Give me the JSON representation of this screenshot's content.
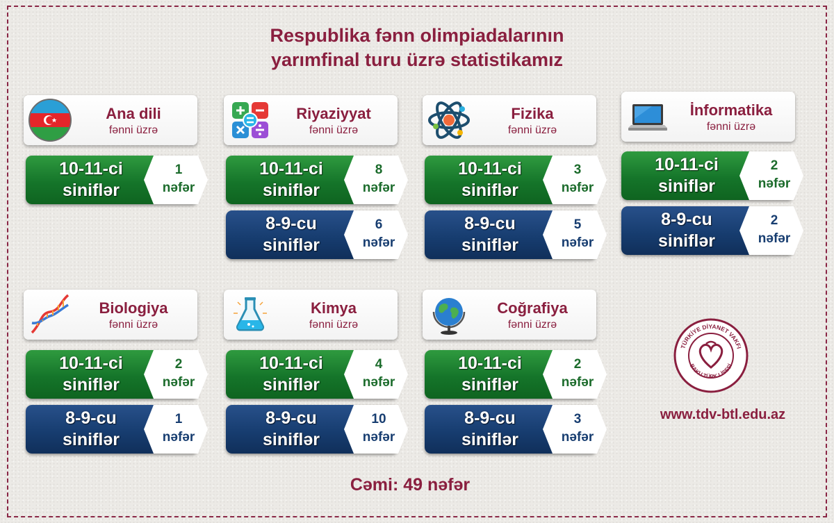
{
  "title_line1": "Respublika fənn olimpiadalarının",
  "title_line2": "yarımfinal turu üzrə statistikamız",
  "subject_suffix": "fənni üzrə",
  "grade_labels": {
    "g1011_line1": "10-11-ci",
    "g89_line1": "8-9-cu",
    "line2": "siniflər"
  },
  "unit": "nəfər",
  "colors": {
    "accent": "#8a1f3f",
    "grade_10_11": "#15752a",
    "grade_8_9": "#173d70"
  },
  "subjects": [
    {
      "name": "Ana dili",
      "icon": "azerbaijan-flag-icon",
      "g1011": "1",
      "g89": null
    },
    {
      "name": "Riyaziyyat",
      "icon": "math-operators-icon",
      "g1011": "8",
      "g89": "6"
    },
    {
      "name": "Fizika",
      "icon": "atom-icon",
      "g1011": "3",
      "g89": "5"
    },
    {
      "name": "İnformatika",
      "icon": "laptop-icon",
      "g1011": "2",
      "g89": "2"
    },
    {
      "name": "Biologiya",
      "icon": "dna-icon",
      "g1011": "2",
      "g89": "1"
    },
    {
      "name": "Kimya",
      "icon": "flask-icon",
      "g1011": "4",
      "g89": "10"
    },
    {
      "name": "Coğrafiya",
      "icon": "globe-icon",
      "g1011": "2",
      "g89": "3"
    }
  ],
  "logo": {
    "text_top": "TÜRKİYE DİYANET VAKFI",
    "text_bottom": "BAKU TÜRK LİSESİ",
    "icon": "tdv-seal-icon"
  },
  "website": "www.tdv-btl.edu.az",
  "total_text": "Cəmi: 49 nəfər"
}
